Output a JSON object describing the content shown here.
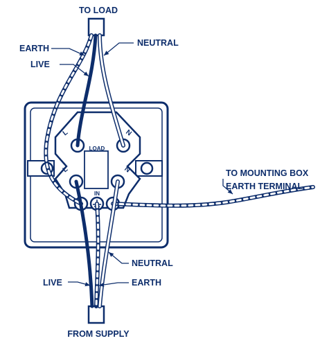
{
  "labels": {
    "to_load": "TO LOAD",
    "earth_top": "EARTH",
    "neutral_top": "NEUTRAL",
    "live_top": "LIVE",
    "to_mounting_box_line1": "TO MOUNTING BOX",
    "to_mounting_box_line2": "EARTH TERMINAL",
    "neutral_bottom": "NEUTRAL",
    "live_bottom": "LIVE",
    "earth_bottom": "EARTH",
    "from_supply": "FROM SUPPLY"
  },
  "plate": {
    "load_label": "LOAD",
    "in_label": "IN",
    "terminals": {
      "load_live": "L",
      "load_neutral": "N",
      "in_live": "L",
      "in_neutral": "N"
    }
  },
  "colors": {
    "line": "#0d2d6b",
    "background": "#ffffff"
  }
}
